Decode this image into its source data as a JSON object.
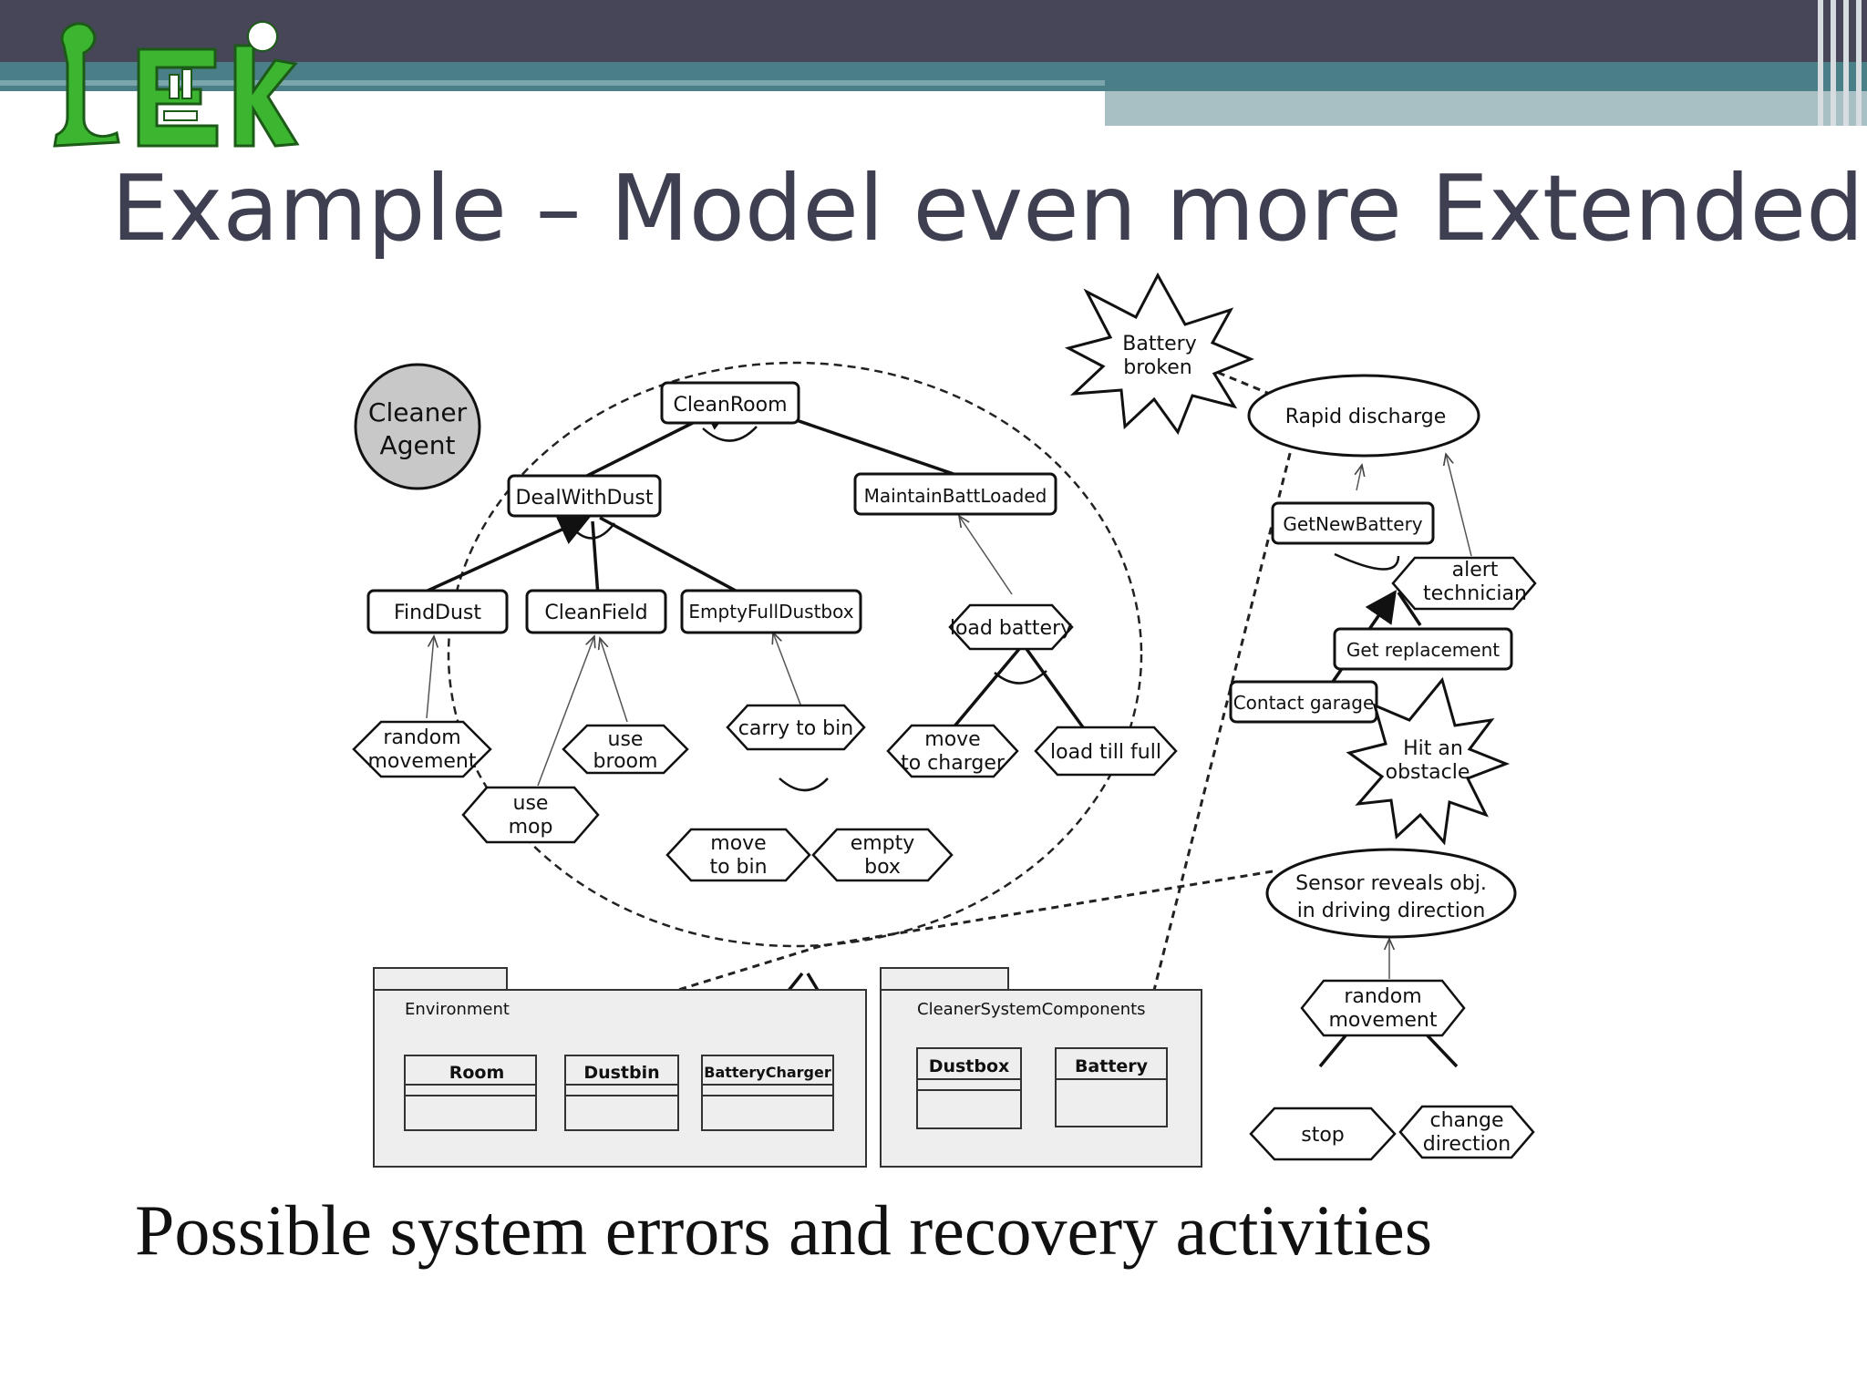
{
  "slide": {
    "title": "Example – Model even more Extended",
    "caption": "Possible system errors and recovery activities"
  },
  "colors": {
    "top_bar": "#474658",
    "teal_bar": "#4a7f87",
    "light_bar": "#a8c0c3",
    "logo_green": "#3cb531",
    "title": "#3f3f52"
  },
  "diagram": {
    "agent": [
      "Cleaner",
      "Agent"
    ],
    "goals": {
      "clean_room": "CleanRoom",
      "deal_with_dust": "DealWithDust",
      "maintain_batt_loaded": "MaintainBattLoaded",
      "find_dust": "FindDust",
      "clean_field": "CleanField",
      "empty_full_dustbox": "EmptyFullDustbox",
      "get_new_battery": "GetNewBattery",
      "get_replacement": "Get replacement",
      "contact_garage": "Contact garage"
    },
    "tasks": {
      "random_movement": [
        "random",
        "movement"
      ],
      "use_broom": [
        "use",
        "broom"
      ],
      "use_mop": [
        "use",
        "mop"
      ],
      "carry_to_bin": "carry to bin",
      "move_to_bin": [
        "move",
        "to bin"
      ],
      "empty_box": [
        "empty",
        "box"
      ],
      "load_battery": "load battery",
      "move_to_charger": [
        "move",
        "to charger"
      ],
      "load_till_full": "load till full",
      "alert_technician": [
        "alert",
        "technician"
      ],
      "random_movement_2": [
        "random",
        "movement"
      ],
      "stop": "stop",
      "change_direction": [
        "change",
        "direction"
      ]
    },
    "errors": {
      "battery_broken": [
        "Battery",
        "broken"
      ],
      "hit_obstacle": [
        "Hit an",
        "obstacle"
      ]
    },
    "situations": {
      "rapid_discharge": "Rapid discharge",
      "sensor_reveals": [
        "Sensor reveals obj.",
        "in driving direction"
      ]
    },
    "packages": {
      "environment": {
        "name": "Environment",
        "classes": [
          "Room",
          "Dustbin",
          "BatteryCharger"
        ]
      },
      "cleaner_components": {
        "name": "CleanerSystemComponents",
        "classes": [
          "Dustbox",
          "Battery"
        ]
      }
    }
  }
}
